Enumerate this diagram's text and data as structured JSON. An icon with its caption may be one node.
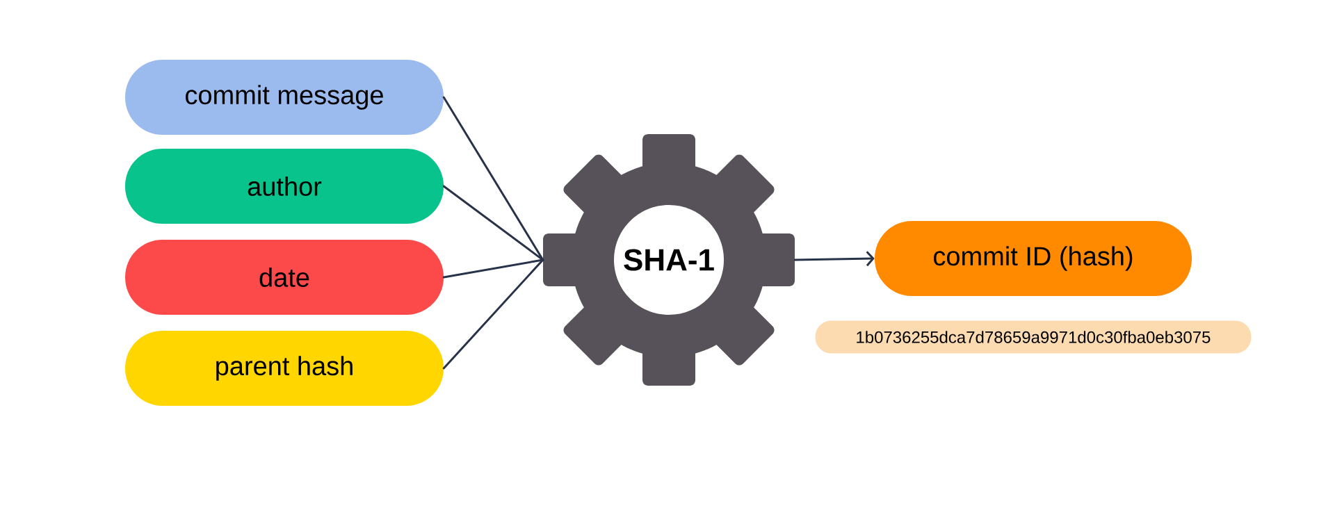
{
  "diagram": {
    "nodes": [
      {
        "text": [
          "commit message"
        ]
      },
      {
        "text": [
          "author"
        ]
      },
      {
        "text": [
          "date"
        ]
      },
      {
        "text": [
          "parent hash"
        ]
      },
      {
        "text": [
          "SHA-1"
        ]
      },
      {
        "text": [
          "commit ID (hash)"
        ]
      },
      {
        "text": [
          "1b0736255dca7d78659a9971d0c30fba0eb3075"
        ]
      }
    ],
    "edges": [
      {
        "from": 0,
        "to": 4,
        "arrow": "none"
      },
      {
        "from": 1,
        "to": 4,
        "arrow": "none"
      },
      {
        "from": 2,
        "to": 4,
        "arrow": "none"
      },
      {
        "from": 3,
        "to": 4,
        "arrow": "none"
      },
      {
        "from": 4,
        "to": 5,
        "arrow": "to"
      }
    ]
  }
}
